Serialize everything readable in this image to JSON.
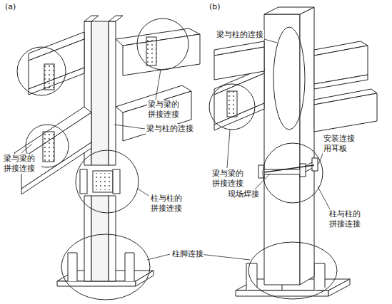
{
  "diagram": {
    "labels": [
      "(a)",
      "(b)",
      "梁与梁的拼接连接",
      "梁与柱的连接",
      "梁与梁的拼接连接",
      "柱与柱的拼接连接",
      "柱脚连接",
      "梁与柱的连接",
      "梁与梁的拼接连接",
      "安装连接用耳板",
      "现场焊接",
      "柱与柱的拼接连接"
    ]
  }
}
